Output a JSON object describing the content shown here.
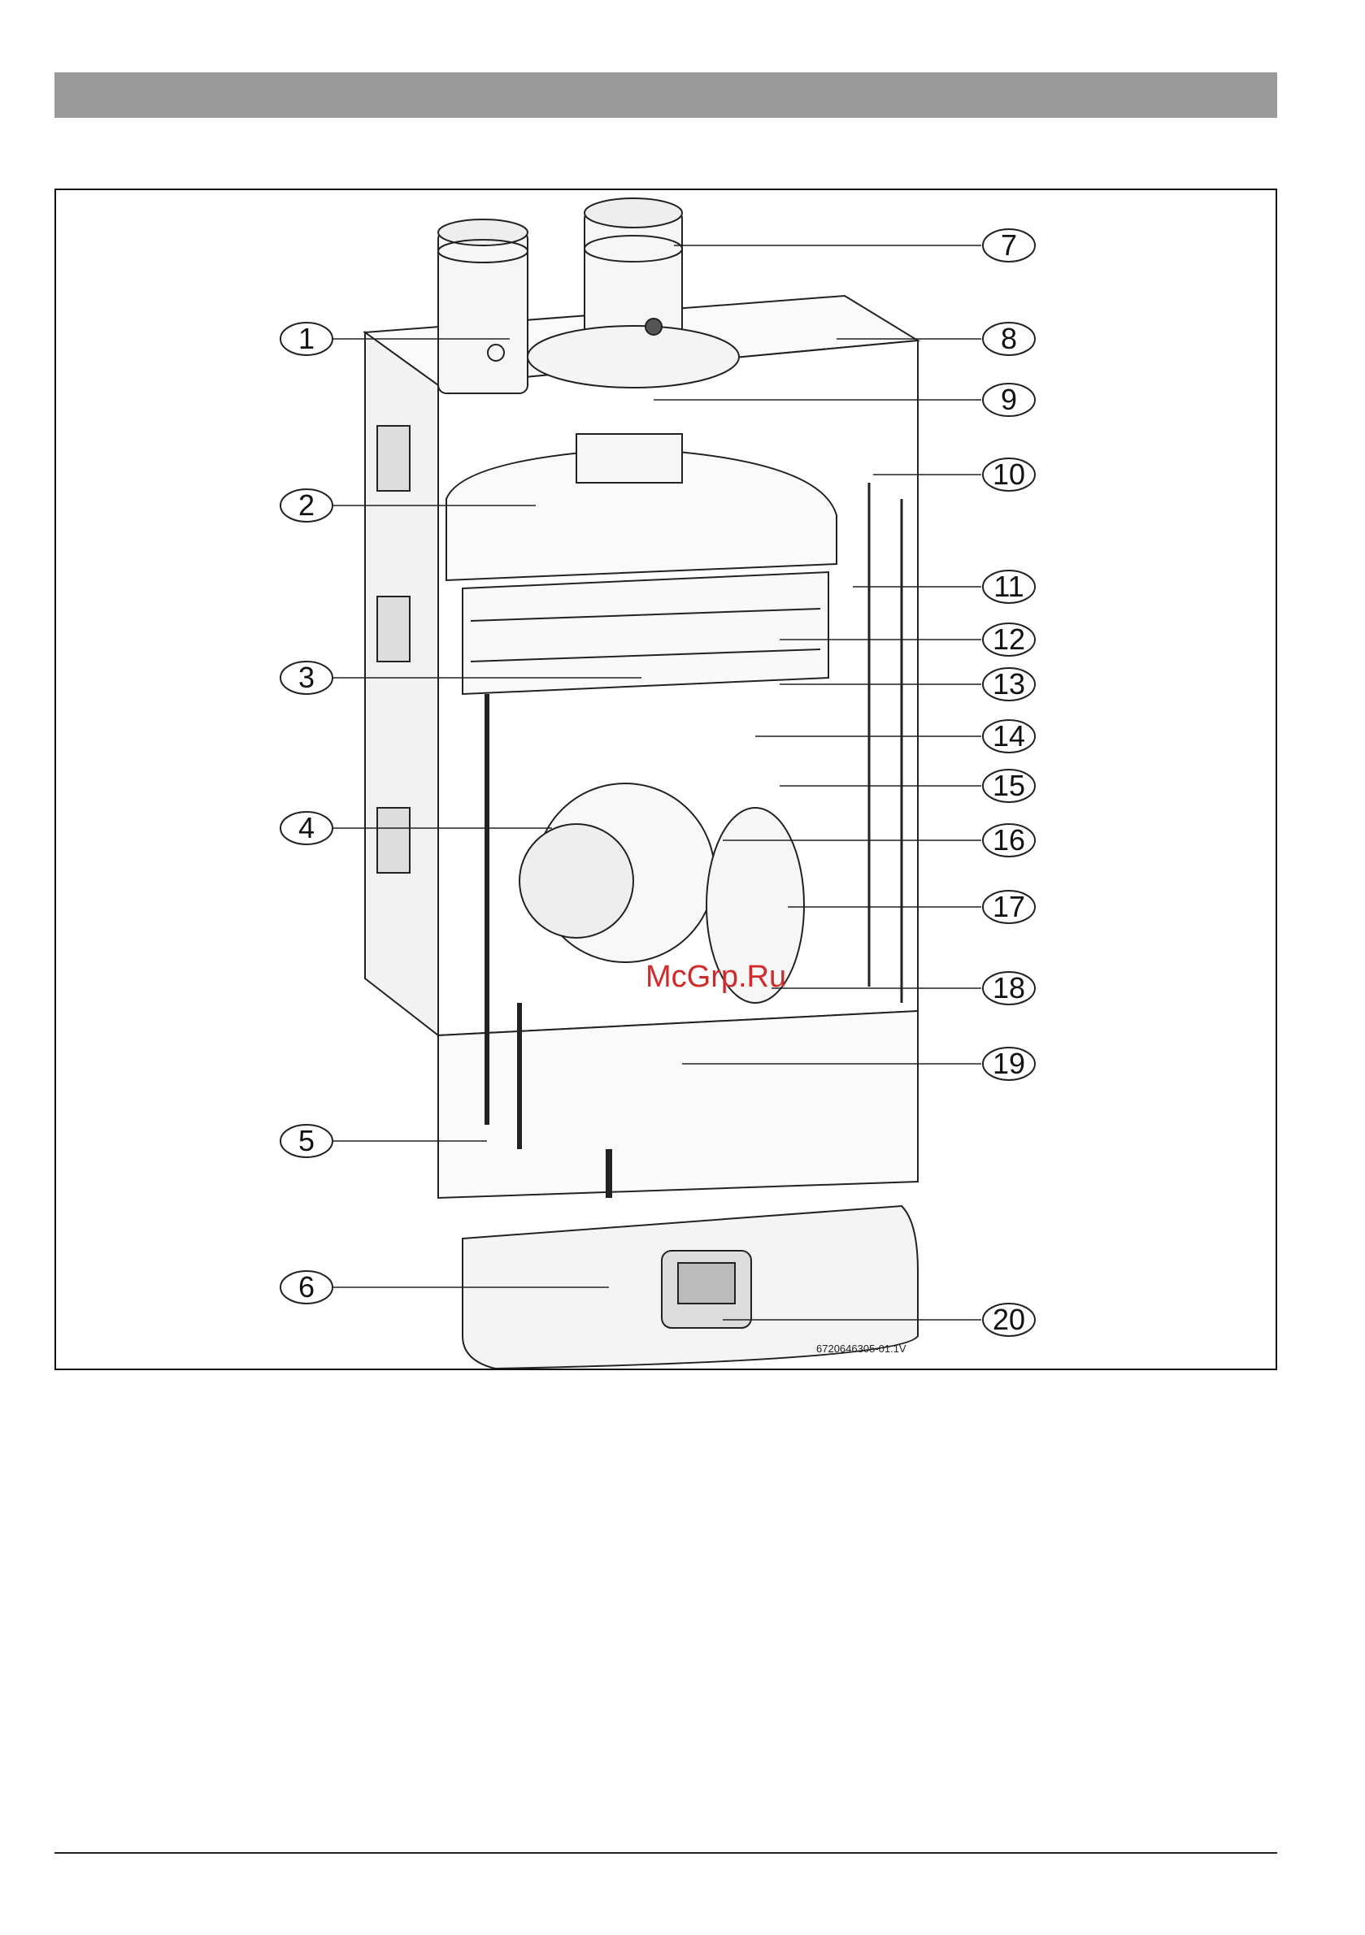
{
  "figure": {
    "code": "6720646305-01.1V",
    "watermark": "McGrp.Ru",
    "callouts": [
      {
        "label": "1",
        "side": "left"
      },
      {
        "label": "2",
        "side": "left"
      },
      {
        "label": "3",
        "side": "left"
      },
      {
        "label": "4",
        "side": "left"
      },
      {
        "label": "5",
        "side": "left"
      },
      {
        "label": "6",
        "side": "left"
      },
      {
        "label": "7",
        "side": "right"
      },
      {
        "label": "8",
        "side": "right"
      },
      {
        "label": "9",
        "side": "right"
      },
      {
        "label": "10",
        "side": "right"
      },
      {
        "label": "11",
        "side": "right"
      },
      {
        "label": "12",
        "side": "right"
      },
      {
        "label": "13",
        "side": "right"
      },
      {
        "label": "14",
        "side": "right"
      },
      {
        "label": "15",
        "side": "right"
      },
      {
        "label": "16",
        "side": "right"
      },
      {
        "label": "17",
        "side": "right"
      },
      {
        "label": "18",
        "side": "right"
      },
      {
        "label": "19",
        "side": "right"
      },
      {
        "label": "20",
        "side": "right"
      }
    ]
  },
  "colors": {
    "header_bar": "#9a9a9a",
    "watermark": "#d22a2a"
  }
}
